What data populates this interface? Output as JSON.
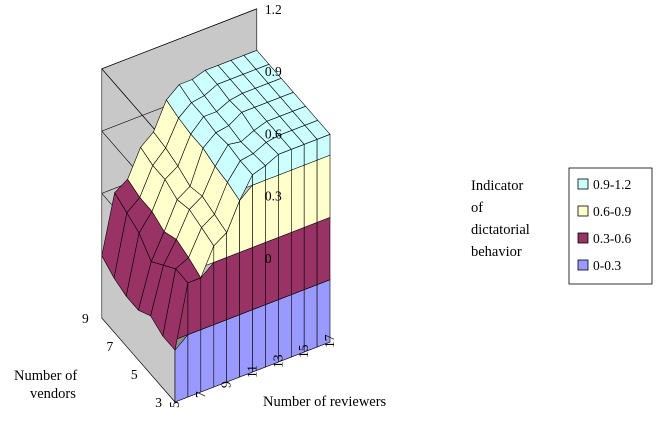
{
  "chart_data": {
    "type": "surface",
    "title": "",
    "z_axis": {
      "label_lines": [
        "Indicator",
        "of",
        "dictatorial",
        "behavior"
      ],
      "range": [
        0,
        1.2
      ],
      "ticks": [
        "0",
        "0.3",
        "0.6",
        "0.9",
        "1.2"
      ]
    },
    "x_axis": {
      "label": "Number of reviewers",
      "range": [
        5,
        17
      ],
      "ticks": [
        "5",
        "7",
        "9",
        "11",
        "13",
        "15",
        "17"
      ]
    },
    "y_axis": {
      "label_lines": [
        "Number of",
        "vendors"
      ],
      "range": [
        3,
        9
      ],
      "ticks": [
        "3",
        "5",
        "7",
        "9"
      ]
    },
    "legend": {
      "position": "right",
      "items": [
        {
          "label": "0.9-1.2",
          "color": "#ccffff"
        },
        {
          "label": "0.6-0.9",
          "color": "#ffffcc"
        },
        {
          "label": "0.3-0.6",
          "color": "#993366"
        },
        {
          "label": "0-0.3",
          "color": "#9999ff"
        }
      ]
    },
    "reviewers": [
      5,
      6,
      7,
      8,
      9,
      10,
      11,
      12,
      13,
      14,
      15,
      16,
      17
    ],
    "vendors": [
      3,
      4,
      5,
      6,
      7,
      8,
      9
    ],
    "z_by_vendor": [
      [
        0.25,
        0.55,
        0.55,
        0.68,
        0.72,
        0.85,
        0.95,
        0.97,
        1.0,
        1.0,
        1.0,
        1.0,
        1.0
      ],
      [
        0.25,
        0.55,
        0.58,
        0.7,
        0.74,
        0.87,
        0.95,
        0.96,
        0.99,
        1.0,
        1.0,
        1.0,
        1.0
      ],
      [
        0.28,
        0.5,
        0.6,
        0.72,
        0.76,
        0.88,
        0.96,
        0.95,
        0.98,
        1.0,
        1.0,
        1.0,
        1.0
      ],
      [
        0.24,
        0.45,
        0.57,
        0.7,
        0.74,
        0.9,
        0.95,
        0.96,
        1.0,
        1.0,
        1.0,
        1.0,
        1.0
      ],
      [
        0.24,
        0.52,
        0.6,
        0.73,
        0.77,
        0.9,
        0.96,
        0.96,
        0.99,
        1.0,
        1.0,
        1.0,
        1.0
      ],
      [
        0.26,
        0.55,
        0.6,
        0.73,
        0.79,
        0.91,
        0.96,
        0.97,
        1.0,
        1.0,
        1.0,
        1.0,
        1.0
      ],
      [
        0.3,
        0.58,
        0.62,
        0.75,
        0.8,
        0.93,
        0.98,
        0.98,
        1.0,
        1.0,
        1.0,
        1.0,
        1.0
      ]
    ]
  }
}
